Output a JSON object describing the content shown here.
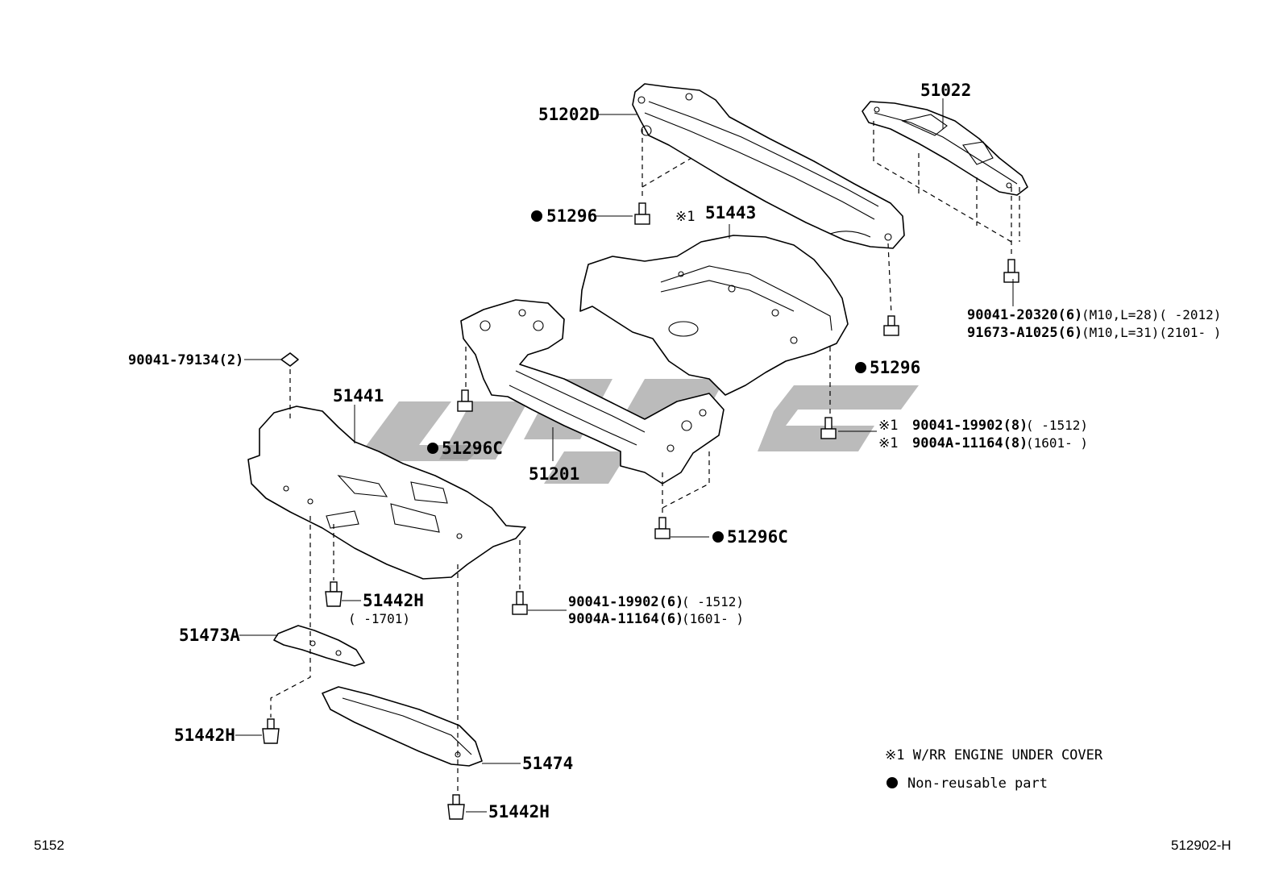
{
  "parts": {
    "p51202d": "51202D",
    "p51022": "51022",
    "p51296_top": "51296",
    "mark1_51443": "※1",
    "p51443": "51443",
    "bolt_20320": "90041-20320(6)",
    "bolt_20320_spec": "(M10,L=28)(      -2012)",
    "bolt_a1025": "91673-A1025(6)",
    "bolt_a1025_spec": "(M10,L=31)(2101-      )",
    "p51296_right": "51296",
    "p90041_79134": "90041-79134(2)",
    "p51441": "51441",
    "p51296c_left": "51296C",
    "p51201": "51201",
    "mark1_a": "※1",
    "bolt_19902_8": "90041-19902(8)",
    "bolt_19902_8_range": "(      -1512)",
    "mark1_b": "※1",
    "bolt_11164_8": "9004A-11164(8)",
    "bolt_11164_8_range": "(1601-      )",
    "p51296c_right": "51296C",
    "p51442h_a": "51442H",
    "p51442h_a_range": "(      -1701)",
    "bolt_19902_6": "90041-19902(6)",
    "bolt_19902_6_range": "(      -1512)",
    "bolt_11164_6": "9004A-11164(6)",
    "bolt_11164_6_range": "(1601-      )",
    "p51473a": "51473A",
    "p51442h_b": "51442H",
    "p51474": "51474",
    "p51442h_c": "51442H"
  },
  "legend": {
    "note1": "※1 W/RR ENGINE UNDER COVER",
    "note2": "Non-reusable part"
  },
  "footer": {
    "left_code": "5152",
    "right_code": "512902-H"
  },
  "colors": {
    "line": "#000000",
    "watermark": "#8e8e8e",
    "background": "#ffffff"
  }
}
